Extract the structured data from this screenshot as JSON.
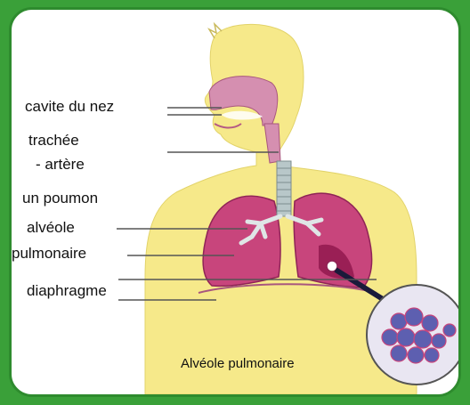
{
  "labels": {
    "nose_cavity": "cavite du nez",
    "trachea": "trachée",
    "artery": "- artère",
    "lung": "un poumon",
    "alveolus": "alvéole",
    "pulmonary": "pulmonaire",
    "diaphragm": "diaphragme",
    "inset_caption": "Alvéole pulmonaire"
  },
  "colors": {
    "background": "#3aa039",
    "frame": "#2e8b2e",
    "skin": "#f6e98a",
    "lung": "#c8457c",
    "lung_dark": "#9a1f55",
    "airway": "#d58fb0",
    "trachea_rings": "#b8c7c9",
    "alveoli": "#5d5fb0"
  }
}
